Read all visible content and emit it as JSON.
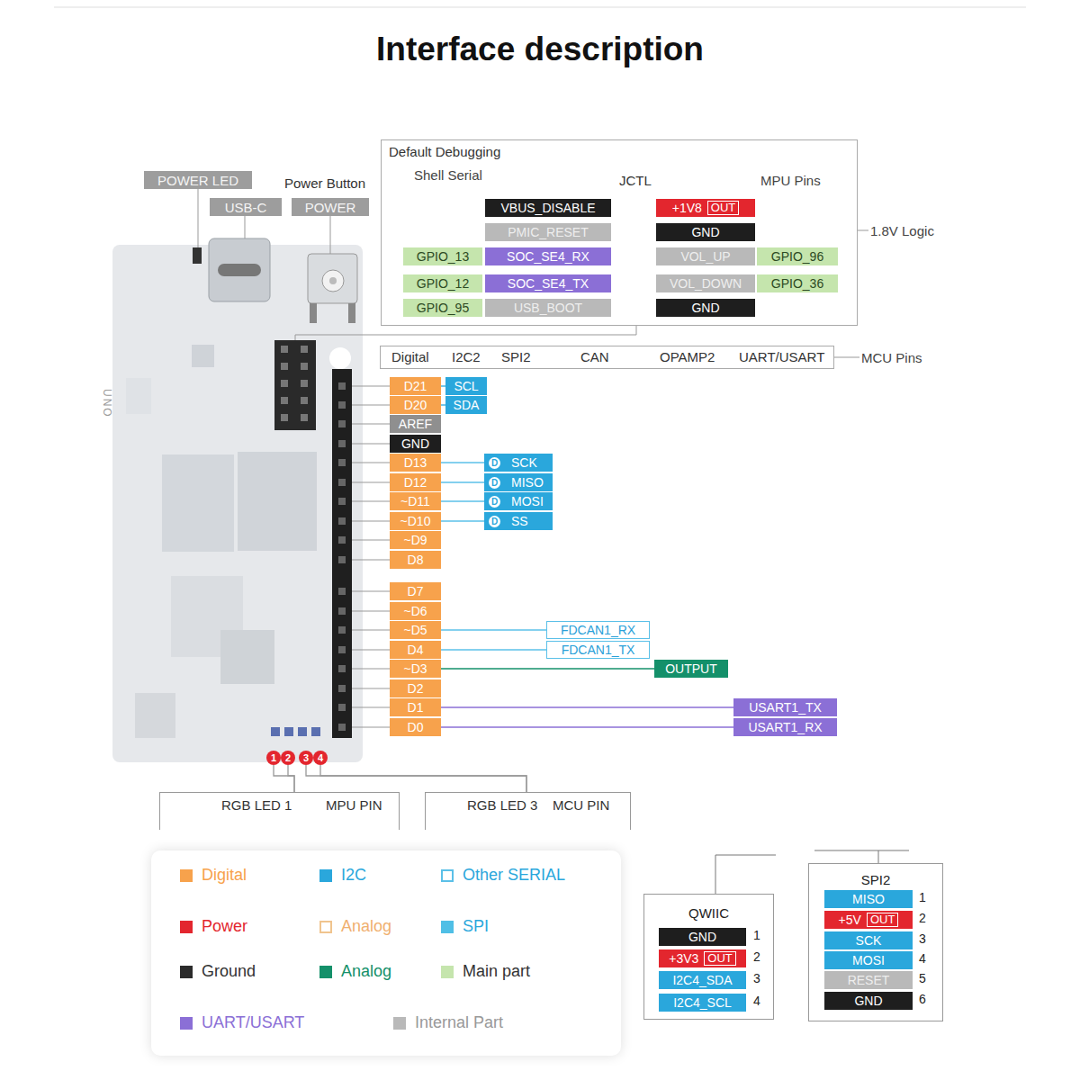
{
  "diagram": {
    "title": "Interface description",
    "nodes": [
      {
        "text": [
          "POWER LED"
        ]
      },
      {
        "text": [
          "USB-C"
        ]
      },
      {
        "text": [
          "POWER"
        ]
      },
      {
        "text": [
          "Default Debugging"
        ]
      },
      {
        "text": [
          "VBUS_DISABLE"
        ],
        "in": 3
      },
      {
        "text": [
          "+1V8",
          "OUT"
        ],
        "in": 3
      },
      {
        "text": [
          "PMIC_RESET"
        ],
        "in": 3
      },
      {
        "text": [
          "GND"
        ],
        "in": 3
      },
      {
        "text": [
          "GPIO_13"
        ],
        "in": 3
      },
      {
        "text": [
          "SOC_SE4_RX"
        ],
        "in": 3
      },
      {
        "text": [
          "VOL_UP"
        ],
        "in": 3
      },
      {
        "text": [
          "GPIO_96"
        ],
        "in": 3
      },
      {
        "text": [
          "GPIO_12"
        ],
        "in": 3
      },
      {
        "text": [
          "SOC_SE4_TX"
        ],
        "in": 3
      },
      {
        "text": [
          "VOL_DOWN"
        ],
        "in": 3
      },
      {
        "text": [
          "GPIO_36"
        ],
        "in": 3
      },
      {
        "text": [
          "GPIO_95"
        ],
        "in": 3
      },
      {
        "text": [
          "USB_BOOT"
        ],
        "in": 3
      },
      {
        "text": [
          "GND"
        ],
        "in": 3
      },
      {
        "text": [
          "Digital",
          "I2C2",
          "SPI2",
          "CAN",
          "OPAMP2",
          "UART/USART"
        ]
      },
      {
        "text": [
          "D21"
        ]
      },
      {
        "text": [
          "D20"
        ]
      },
      {
        "text": [
          "AREF"
        ]
      },
      {
        "text": [
          "GND"
        ]
      },
      {
        "text": [
          "D13"
        ]
      },
      {
        "text": [
          "D12"
        ]
      },
      {
        "text": [
          "~D11"
        ]
      },
      {
        "text": [
          "~D10"
        ]
      },
      {
        "text": [
          "~D9"
        ]
      },
      {
        "text": [
          "D8"
        ]
      },
      {
        "text": [
          "D7"
        ]
      },
      {
        "text": [
          "~D6"
        ]
      },
      {
        "text": [
          "~D5"
        ]
      },
      {
        "text": [
          "D4"
        ]
      },
      {
        "text": [
          "~D3"
        ]
      },
      {
        "text": [
          "D2"
        ]
      },
      {
        "text": [
          "D1"
        ]
      },
      {
        "text": [
          "D0"
        ]
      },
      {
        "text": [
          "SCL"
        ]
      },
      {
        "text": [
          "SDA"
        ]
      },
      {
        "text": [
          "D",
          "SCK"
        ]
      },
      {
        "text": [
          "D",
          "MISO"
        ]
      },
      {
        "text": [
          "D",
          "MOSI"
        ]
      },
      {
        "text": [
          "D",
          "SS"
        ]
      },
      {
        "text": [
          "FDCAN1_RX"
        ]
      },
      {
        "text": [
          "FDCAN1_TX"
        ]
      },
      {
        "text": [
          "OUTPUT"
        ]
      },
      {
        "text": [
          "USART1_TX"
        ]
      },
      {
        "text": [
          "USART1_RX"
        ]
      },
      {
        "text": [
          "1"
        ]
      },
      {
        "text": [
          "2"
        ]
      },
      {
        "text": [
          "3"
        ]
      },
      {
        "text": [
          "4"
        ]
      },
      {
        "text": [
          "RGB LED 1",
          "MPU PIN"
        ]
      },
      {
        "text": [
          "RGB LED 3",
          "MCU PIN"
        ]
      },
      {
        "text": [
          "QWIIC"
        ]
      },
      {
        "text": [
          "GND"
        ],
        "in": 55
      },
      {
        "text": [
          "+3V3",
          "OUT"
        ],
        "in": 55
      },
      {
        "text": [
          "I2C4_SDA"
        ],
        "in": 55
      },
      {
        "text": [
          "I2C4_SCL"
        ],
        "in": 55
      },
      {
        "text": [
          "SPI2"
        ]
      },
      {
        "text": [
          "MISO"
        ],
        "in": 60
      },
      {
        "text": [
          "+5V",
          "OUT"
        ],
        "in": 60
      },
      {
        "text": [
          "SCK"
        ],
        "in": 60
      },
      {
        "text": [
          "MOSI"
        ],
        "in": 60
      },
      {
        "text": [
          "RESET"
        ],
        "in": 60
      },
      {
        "text": [
          "GND"
        ],
        "in": 60
      }
    ],
    "edges": [
      {
        "from": 20,
        "to": 38,
        "arrow": "none"
      },
      {
        "from": 21,
        "to": 39,
        "arrow": "none"
      },
      {
        "from": 24,
        "to": 40,
        "arrow": "none"
      },
      {
        "from": 25,
        "to": 41,
        "arrow": "none"
      },
      {
        "from": 26,
        "to": 42,
        "arrow": "none"
      },
      {
        "from": 27,
        "to": 43,
        "arrow": "none"
      },
      {
        "from": 32,
        "to": 44,
        "arrow": "none"
      },
      {
        "from": 33,
        "to": 45,
        "arrow": "none"
      },
      {
        "from": 34,
        "to": 46,
        "arrow": "none"
      },
      {
        "from": 36,
        "to": 47,
        "arrow": "none"
      },
      {
        "from": 37,
        "to": 48,
        "arrow": "none"
      },
      {
        "from": 49,
        "to": 53,
        "arrow": "none"
      },
      {
        "from": 50,
        "to": 53,
        "arrow": "none"
      },
      {
        "from": 51,
        "to": 54,
        "arrow": "none"
      },
      {
        "from": 52,
        "to": 54,
        "arrow": "none"
      }
    ],
    "labels": [
      "Power Button",
      "Shell Serial",
      "JCTL",
      "MPU Pins",
      "1.8V Logic",
      "MCU Pins",
      "UNO",
      "1",
      "2",
      "3",
      "4",
      "1",
      "2",
      "3",
      "4",
      "5",
      "6"
    ],
    "legend": [
      {
        "text": "Digital",
        "color": "#f7a24c"
      },
      {
        "text": "I2C",
        "color": "#2aa7dc"
      },
      {
        "text": "Other SERIAL"
      },
      {
        "text": "Power",
        "color": "#e3262e"
      },
      {
        "text": "Analog"
      },
      {
        "text": "SPI",
        "color": "#4fbfe6"
      },
      {
        "text": "Ground",
        "color": "#2b2b2b"
      },
      {
        "text": "Analog",
        "color": "#14906a"
      },
      {
        "text": "Main part",
        "color": "#c5e5ad"
      },
      {
        "text": "UART/USART",
        "color": "#8b6fd6"
      },
      {
        "text": "Internal Part",
        "color": "#b9b9b9"
      }
    ]
  }
}
